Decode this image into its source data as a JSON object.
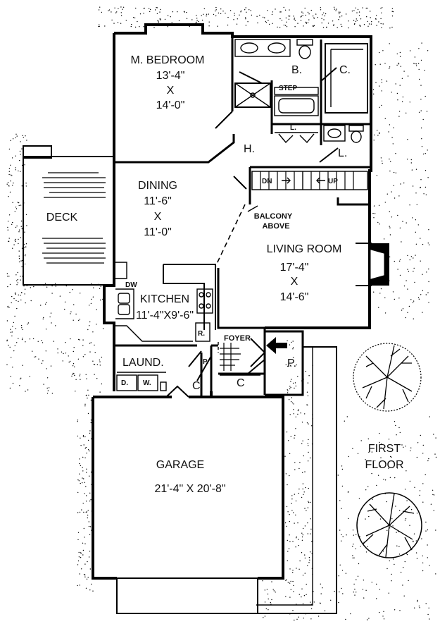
{
  "rooms": {
    "master_bedroom": {
      "name": "M. BEDROOM",
      "dim_w": "13'-4\"",
      "x": "X",
      "dim_d": "14'-0\""
    },
    "bath": {
      "name": "B."
    },
    "closet_bath": {
      "name": "C."
    },
    "step": {
      "name": "STEP"
    },
    "linen_upper": {
      "name": "L."
    },
    "hall": {
      "name": "H."
    },
    "linen_hall": {
      "name": "L."
    },
    "dining": {
      "name": "DINING",
      "dim_w": "11'-6\"",
      "x": "X",
      "dim_d": "11'-0\""
    },
    "deck": {
      "name": "DECK"
    },
    "kitchen": {
      "name": "KITCHEN",
      "dims": "11'-4\"X9'-6\""
    },
    "dw": {
      "name": "DW"
    },
    "r": {
      "name": "R."
    },
    "living": {
      "name": "LIVING ROOM",
      "dim_w": "17'-4\"",
      "x": "X",
      "dim_d": "14'-6\""
    },
    "balcony": {
      "line1": "BALCONY",
      "line2": "ABOVE"
    },
    "stairs": {
      "down": "DN",
      "up": "UP"
    },
    "foyer": {
      "name": "FOYER"
    },
    "closet_foyer": {
      "name": "C"
    },
    "porch": {
      "name": "P."
    },
    "laundry": {
      "name": "LAUND.",
      "dryer": "D.",
      "washer": "W."
    },
    "pantry": {
      "name": "P."
    },
    "closet_laundry": {
      "name": "C"
    },
    "garage": {
      "name": "GARAGE",
      "dims": "21'-4\" X 20'-8\""
    }
  },
  "floor_label": {
    "line1": "FIRST",
    "line2": "FLOOR"
  }
}
